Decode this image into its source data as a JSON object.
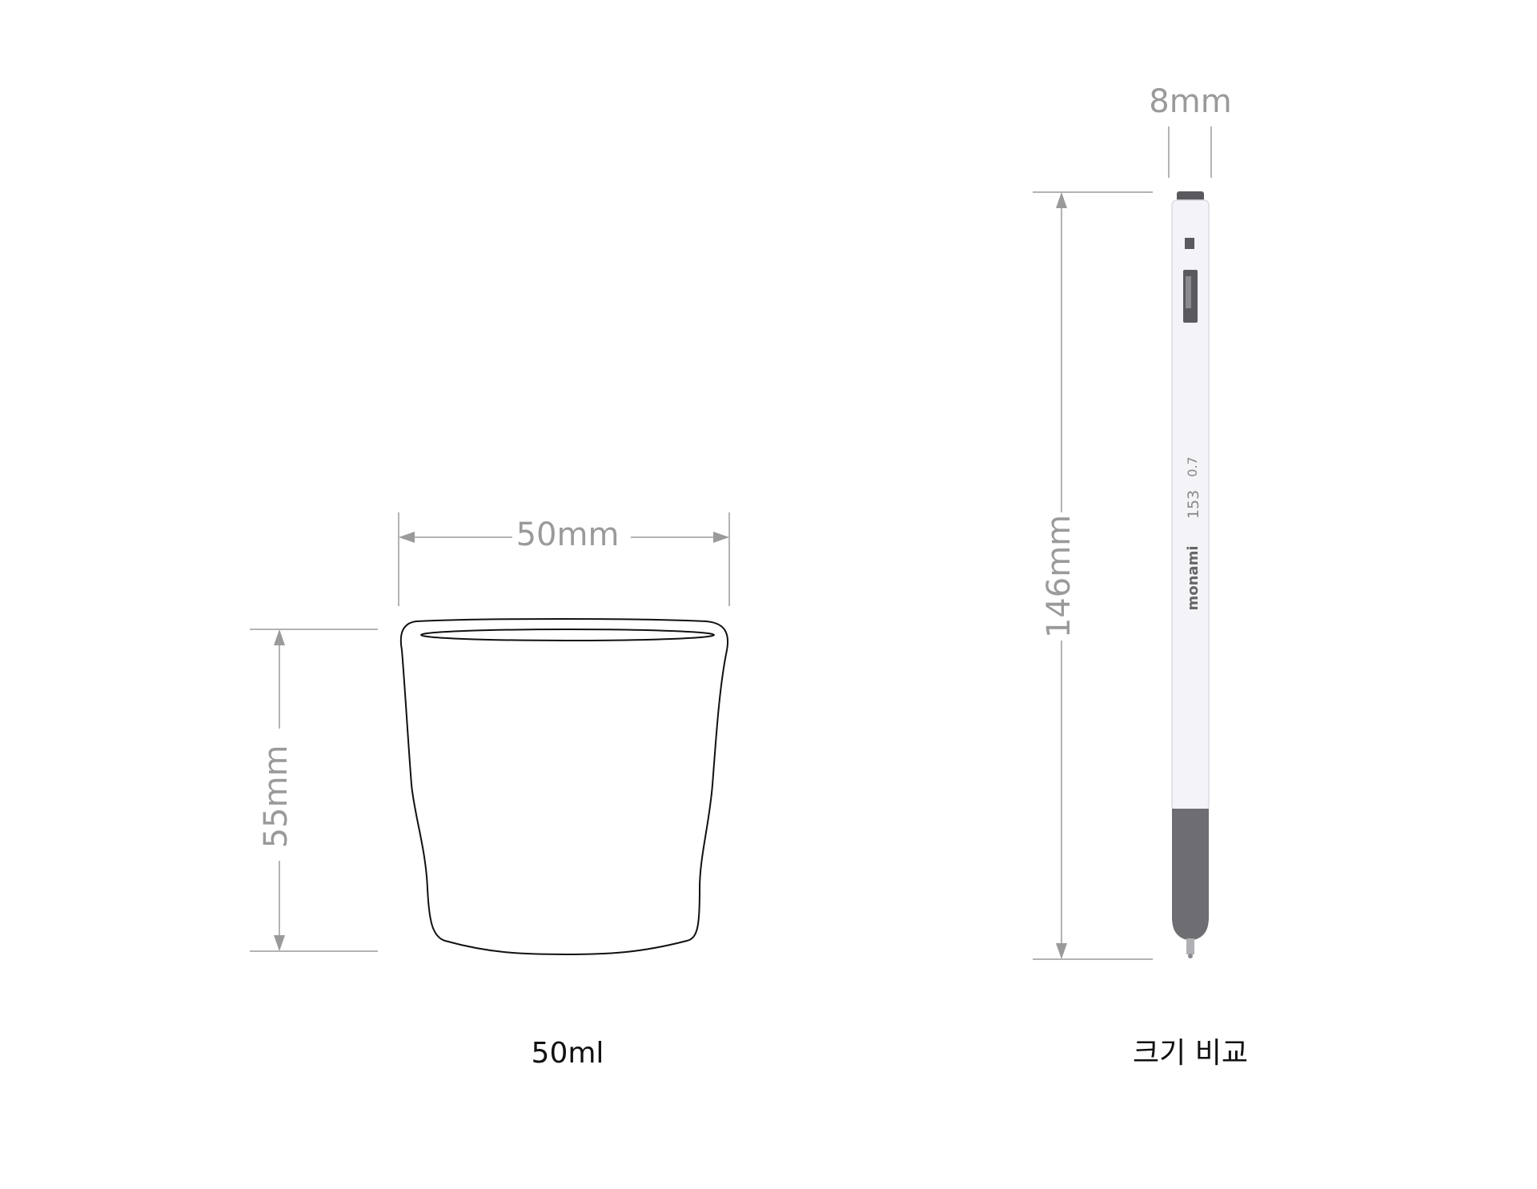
{
  "cup": {
    "width_label": "50mm",
    "height_label": "55mm",
    "caption": "50ml"
  },
  "pen": {
    "width_label": "8mm",
    "length_label": "146mm",
    "caption": "크기 비교",
    "brand": "monami",
    "model": "153",
    "tip": "0.7"
  },
  "colors": {
    "dimension_line": "#9a9a9a",
    "caption_text": "#111111",
    "pen_body": "#f3f3f8",
    "pen_tip": "#6e6e72"
  }
}
